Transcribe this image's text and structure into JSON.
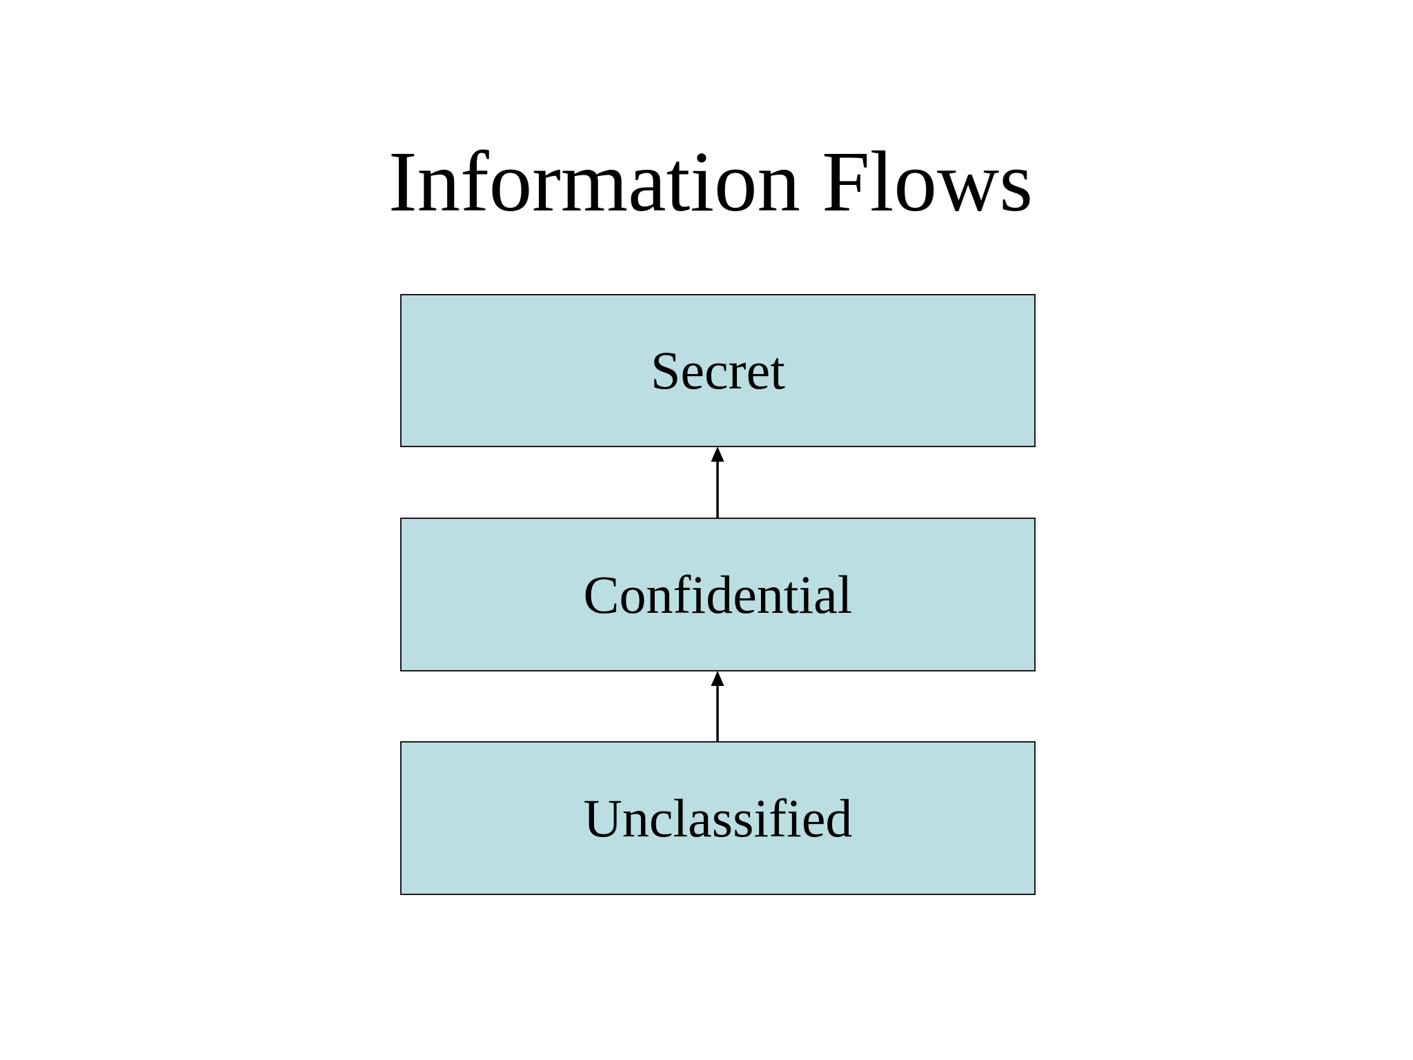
{
  "slide": {
    "title": "Information Flows",
    "levels": [
      {
        "id": "secret",
        "label": "Secret"
      },
      {
        "id": "confidential",
        "label": "Confidential"
      },
      {
        "id": "unclassified",
        "label": "Unclassified"
      }
    ],
    "arrows": [
      {
        "from": "Confidential",
        "to": "Secret",
        "direction": "up"
      },
      {
        "from": "Unclassified",
        "to": "Confidential",
        "direction": "up"
      }
    ],
    "colors": {
      "background": "#ffffff",
      "box_fill": "#bbdee2",
      "box_border": "#1a1a1a",
      "text": "#000000",
      "arrow": "#000000"
    }
  }
}
